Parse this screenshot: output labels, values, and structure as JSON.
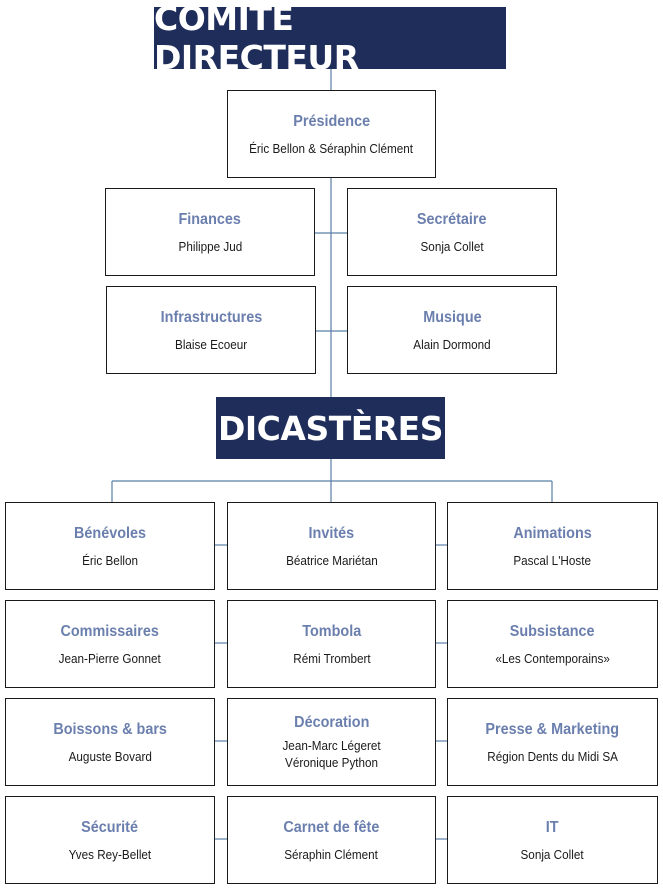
{
  "headers": {
    "comite": "COMITÉ DIRECTEUR",
    "dicasteres": "DICASTÈRES"
  },
  "colors": {
    "banner_bg": "#1f2d5a",
    "title_text": "#6b7fae",
    "connector": "#5a7fa8"
  },
  "comite": {
    "presidence": {
      "title": "Présidence",
      "person": "Éric Bellon & Séraphin Clément"
    },
    "finances": {
      "title": "Finances",
      "person": "Philippe Jud"
    },
    "secretaire": {
      "title": "Secrétaire",
      "person": "Sonja Collet"
    },
    "infrastructures": {
      "title": "Infrastructures",
      "person": "Blaise Ecoeur"
    },
    "musique": {
      "title": "Musique",
      "person": "Alain Dormond"
    }
  },
  "dicasteres": {
    "benevoles": {
      "title": "Bénévoles",
      "person": "Éric Bellon"
    },
    "invites": {
      "title": "Invités",
      "person": "Béatrice Mariétan"
    },
    "animations": {
      "title": "Animations",
      "person": "Pascal L'Hoste"
    },
    "commissaires": {
      "title": "Commissaires",
      "person": "Jean-Pierre Gonnet"
    },
    "tombola": {
      "title": "Tombola",
      "person": "Rémi Trombert"
    },
    "subsistance": {
      "title": "Subsistance",
      "person": "«Les Contemporains»"
    },
    "boissons": {
      "title": "Boissons & bars",
      "person": "Auguste Bovard"
    },
    "decoration": {
      "title": "Décoration",
      "person": "Jean-Marc Légeret\nVéronique Python"
    },
    "presse": {
      "title": "Presse & Marketing",
      "person": "Région Dents du Midi SA"
    },
    "securite": {
      "title": "Sécurité",
      "person": "Yves Rey-Bellet"
    },
    "carnet": {
      "title": "Carnet de fête",
      "person": "Séraphin Clément"
    },
    "it": {
      "title": "IT",
      "person": "Sonja Collet"
    }
  }
}
